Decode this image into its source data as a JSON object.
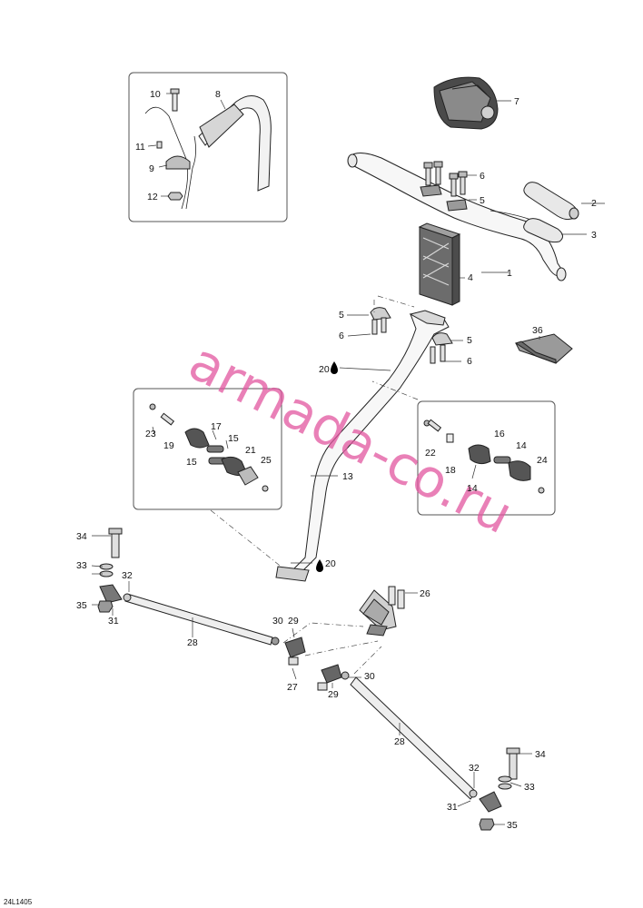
{
  "diagram": {
    "drawing_code": "24L1405",
    "watermark": "armada-co.ru",
    "callouts": {
      "c1": "1",
      "c2": "2",
      "c3": "3",
      "c4": "4",
      "c5a": "5",
      "c5b": "5",
      "c5c": "5",
      "c6a": "6",
      "c6b": "6",
      "c6c": "6",
      "c7": "7",
      "c8": "8",
      "c9": "9",
      "c10": "10",
      "c11": "11",
      "c12": "12",
      "c13": "13",
      "c14a": "14",
      "c14b": "14",
      "c15a": "15",
      "c15b": "15",
      "c16": "16",
      "c17": "17",
      "c18": "18",
      "c19": "19",
      "c20a": "20",
      "c20b": "20",
      "c21": "21",
      "c22": "22",
      "c23": "23",
      "c24": "24",
      "c25": "25",
      "c26": "26",
      "c27": "27",
      "c28a": "28",
      "c28b": "28",
      "c29a": "29",
      "c29b": "29",
      "c30a": "30",
      "c30b": "30",
      "c31a": "31",
      "c31b": "31",
      "c32a": "32",
      "c32b": "32",
      "c33a": "33",
      "c33b": "33",
      "c34a": "34",
      "c34b": "34",
      "c35a": "35",
      "c35b": "35",
      "c36": "36"
    }
  }
}
